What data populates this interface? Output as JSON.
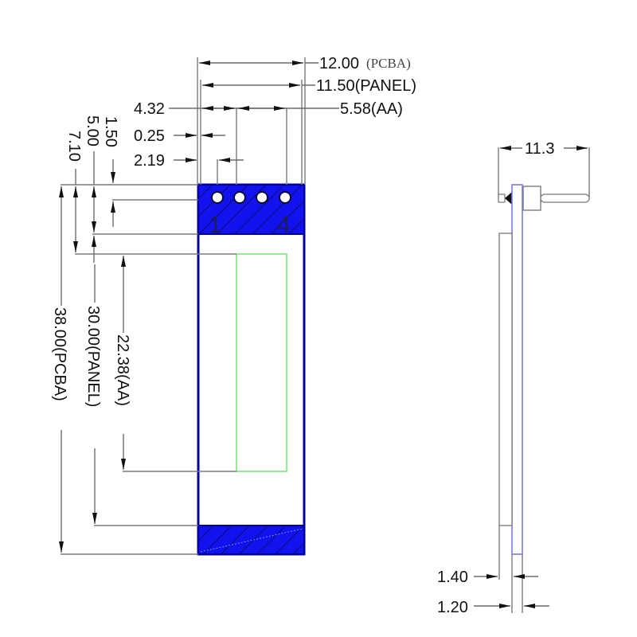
{
  "drawing": {
    "title": "OLED module mechanical dimensions",
    "colors": {
      "pcba_fill": "#1010ee",
      "pcba_outline": "#00009a",
      "active_area": "#7de87d",
      "side_outline": "#7a7ae8",
      "dim_line": "#6b6b6b",
      "text": "#111111"
    },
    "front_view": {
      "pin_labels": {
        "first": "1",
        "last": "4"
      },
      "pin_count": 4,
      "horizontal_dims": {
        "pcba_width": {
          "value": "12.00",
          "note": "(PCBA)"
        },
        "panel_width": {
          "label": "11.50(PANEL)"
        },
        "aa_width": {
          "label": "5.58(AA)"
        },
        "aa_offset": {
          "label": "4.32"
        },
        "panel_offset": {
          "label": "0.25"
        },
        "pin_offset": {
          "label": "2.19"
        }
      },
      "vertical_dims": {
        "pin_row": {
          "label": "1.50"
        },
        "header_zone": {
          "label": "5.00"
        },
        "aa_start": {
          "label": "7.10"
        },
        "aa_height": {
          "label": "22.38(AA)"
        },
        "panel_height": {
          "label": "30.00(PANEL)"
        },
        "pcba_height": {
          "label": "38.00(PCBA)"
        }
      }
    },
    "side_view": {
      "overall_depth": {
        "label": "11.3"
      },
      "panel_thickness": {
        "label": "1.40"
      },
      "pcb_thickness": {
        "label": "1.20"
      }
    }
  }
}
